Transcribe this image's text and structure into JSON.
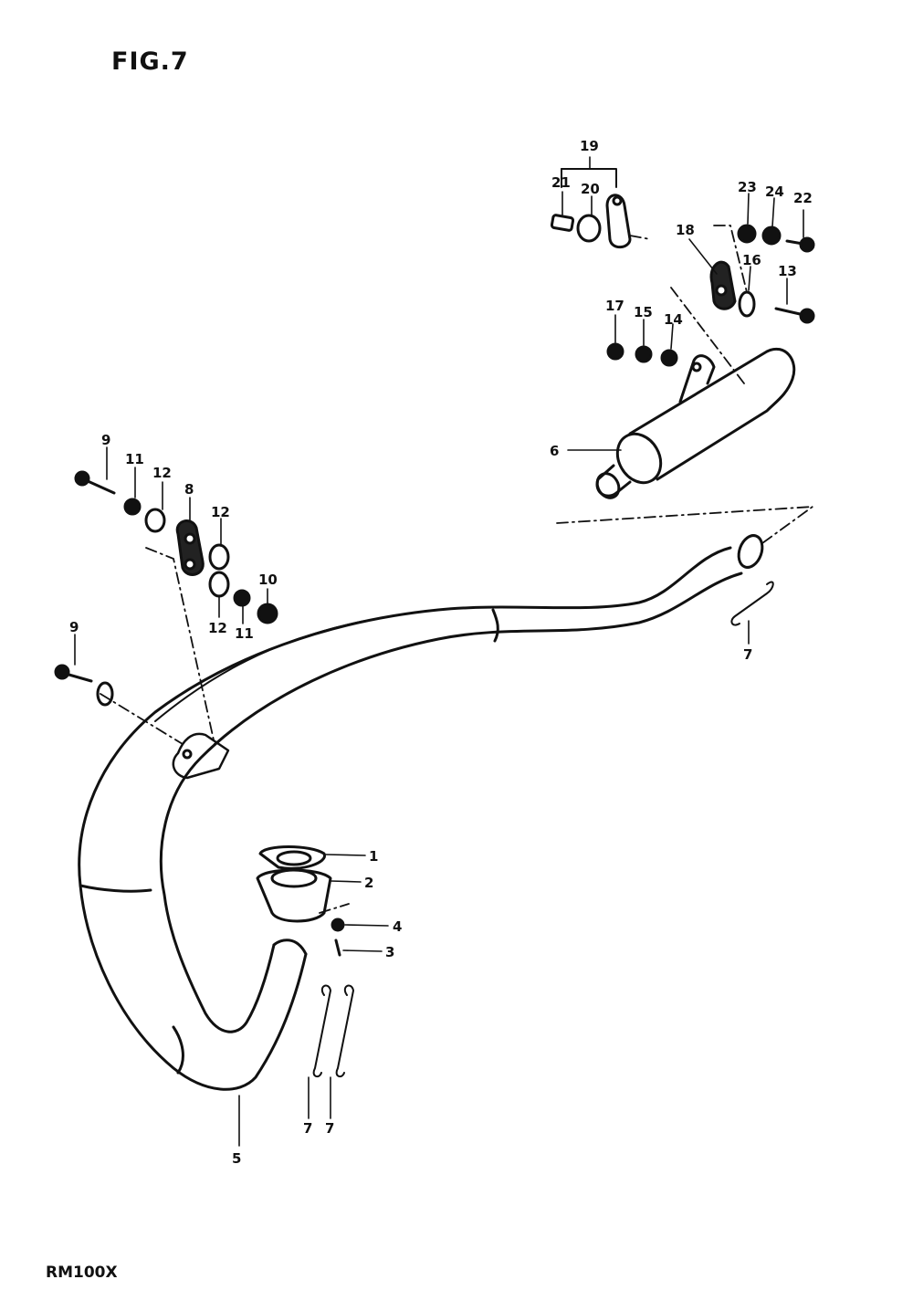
{
  "figure": {
    "title": "FIG.7",
    "model": "RM100X"
  },
  "callouts": [
    {
      "id": "c1",
      "text": "1"
    },
    {
      "id": "c2",
      "text": "2"
    },
    {
      "id": "c3",
      "text": "3"
    },
    {
      "id": "c4",
      "text": "4"
    },
    {
      "id": "c5",
      "text": "5"
    },
    {
      "id": "c6",
      "text": "6"
    },
    {
      "id": "c7a",
      "text": "7"
    },
    {
      "id": "c7b",
      "text": "7"
    },
    {
      "id": "c7c",
      "text": "7"
    },
    {
      "id": "c8",
      "text": "8"
    },
    {
      "id": "c9a",
      "text": "9"
    },
    {
      "id": "c9b",
      "text": "9"
    },
    {
      "id": "c10",
      "text": "10"
    },
    {
      "id": "c11a",
      "text": "11"
    },
    {
      "id": "c11b",
      "text": "11"
    },
    {
      "id": "c12a",
      "text": "12"
    },
    {
      "id": "c12b",
      "text": "12"
    },
    {
      "id": "c12c",
      "text": "12"
    },
    {
      "id": "c13",
      "text": "13"
    },
    {
      "id": "c14",
      "text": "14"
    },
    {
      "id": "c15",
      "text": "15"
    },
    {
      "id": "c16",
      "text": "16"
    },
    {
      "id": "c17",
      "text": "17"
    },
    {
      "id": "c18",
      "text": "18"
    },
    {
      "id": "c19",
      "text": "19"
    },
    {
      "id": "c20",
      "text": "20"
    },
    {
      "id": "c21",
      "text": "21"
    },
    {
      "id": "c22",
      "text": "22"
    },
    {
      "id": "c23",
      "text": "23"
    },
    {
      "id": "c24",
      "text": "24"
    }
  ]
}
